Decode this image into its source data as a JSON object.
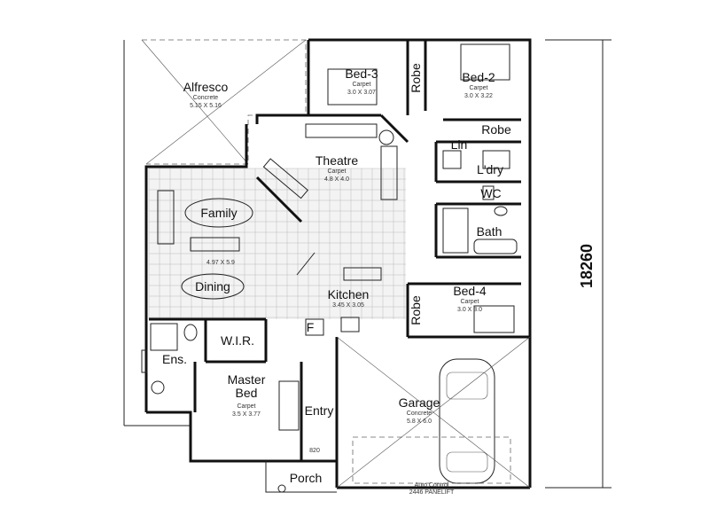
{
  "plan": {
    "overall_dimension": "18260",
    "rooms": {
      "alfresco": {
        "name": "Alfresco",
        "finish": "Concrete",
        "size": "5.15 X 5.16"
      },
      "bed3": {
        "name": "Bed-3",
        "finish": "Carpet",
        "size": "3.0 X 3.07"
      },
      "bed2": {
        "name": "Bed-2",
        "finish": "Carpet",
        "size": "3.0 X 3.22"
      },
      "theatre": {
        "name": "Theatre",
        "finish": "Carpet",
        "size": "4.8 X 4.0"
      },
      "family": {
        "name": "Family",
        "size": "4.97 X 5.9"
      },
      "dining": {
        "name": "Dining"
      },
      "kitchen": {
        "name": "Kitchen",
        "size": "3.45 X 3.05"
      },
      "bed4": {
        "name": "Bed-4",
        "finish": "Carpet",
        "size": "3.0 X 3.0"
      },
      "master": {
        "name_line1": "Master",
        "name_line2": "Bed",
        "finish": "Carpet",
        "size": "3.5 X 3.77"
      },
      "garage": {
        "name": "Garage",
        "finish": "Concrete",
        "size": "5.8 X 6.0"
      },
      "lin": "Lin",
      "laundry": "L'dry",
      "wc": "WC",
      "bath": "Bath",
      "wir": "W.I.R.",
      "ensuite": "Ens.",
      "entry": "Entry",
      "porch": "Porch",
      "robe_top": "Robe",
      "robe_bed3": "Robe",
      "robe_bed4": "Robe",
      "fridge": "F"
    },
    "garage_door": {
      "line1": "Auto Control",
      "line2": "2446 PANELIFT"
    },
    "small_dim": "820"
  }
}
